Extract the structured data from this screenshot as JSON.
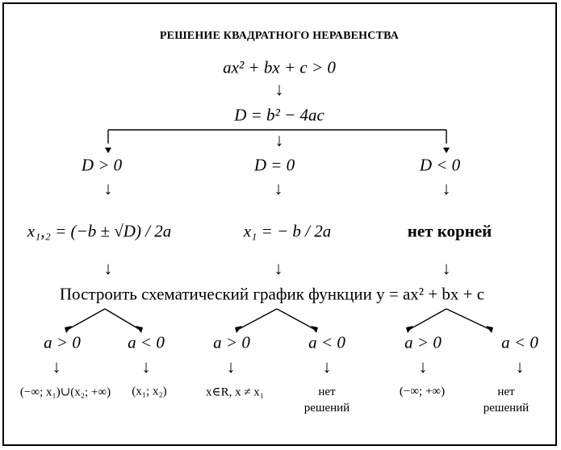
{
  "title": "РЕШЕНИЕ КВАДРАТНОГО НЕРАВЕНСТВА",
  "inequality": "ax² + bx + c > 0",
  "discriminant": "D = b² − 4ac",
  "branches": [
    {
      "condition": "D > 0",
      "roots": "x₁,₂ = (−b ± √D) / 2a"
    },
    {
      "condition": "D = 0",
      "roots": "x₁ = − b / 2a"
    },
    {
      "condition": "D < 0",
      "roots": "нет корней"
    }
  ],
  "plot_step": "Построить схематический график функции y = ax² + bx + c",
  "cases": [
    {
      "sign": "a > 0",
      "answer": "(−∞; x₁)∪(x₂; +∞)"
    },
    {
      "sign": "a < 0",
      "answer": "(x₁; x₂)"
    },
    {
      "sign": "a > 0",
      "answer": "x∈R, x ≠ x₁"
    },
    {
      "sign": "a < 0",
      "answer": "нет решений"
    },
    {
      "sign": "a > 0",
      "answer": "(−∞; +∞)"
    },
    {
      "sign": "a < 0",
      "answer": "нет решений"
    }
  ],
  "arrow_glyph": "↓"
}
